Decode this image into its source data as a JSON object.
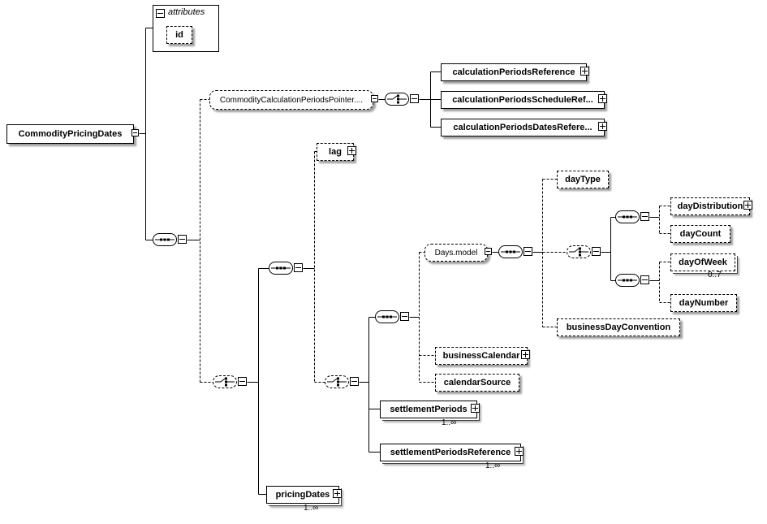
{
  "colors": {
    "background": "#ffffff",
    "line": "#000000"
  },
  "attributes_panel": {
    "title": "attributes",
    "attributes": {
      "id": {
        "label": "id"
      }
    }
  },
  "root": {
    "label": "CommodityPricingDates"
  },
  "elements": {
    "commodityCalculationPeriodsPointer": {
      "label": "CommodityCalculationPeriodsPointer...."
    },
    "calculationPeriodsReference": {
      "label": "calculationPeriodsReference"
    },
    "calculationPeriodsScheduleReference": {
      "label": "calculationPeriodsScheduleRef..."
    },
    "calculationPeriodsDatesReference": {
      "label": "calculationPeriodsDatesRefere..."
    },
    "lag": {
      "label": "lag"
    },
    "daysModel": {
      "label": "Days.model"
    },
    "dayType": {
      "label": "dayType"
    },
    "dayDistribution": {
      "label": "dayDistribution"
    },
    "dayCount": {
      "label": "dayCount"
    },
    "dayOfWeek": {
      "label": "dayOfWeek",
      "occurs": "0..7"
    },
    "dayNumber": {
      "label": "dayNumber"
    },
    "businessDayConvention": {
      "label": "businessDayConvention"
    },
    "businessCalendar": {
      "label": "businessCalendar"
    },
    "calendarSource": {
      "label": "calendarSource"
    },
    "settlementPeriods": {
      "label": "settlementPeriods",
      "occurs": "1..∞"
    },
    "settlementPeriodsReference": {
      "label": "settlementPeriodsReference",
      "occurs": "1..∞"
    },
    "pricingDates": {
      "label": "pricingDates",
      "occurs": "1..∞"
    }
  }
}
